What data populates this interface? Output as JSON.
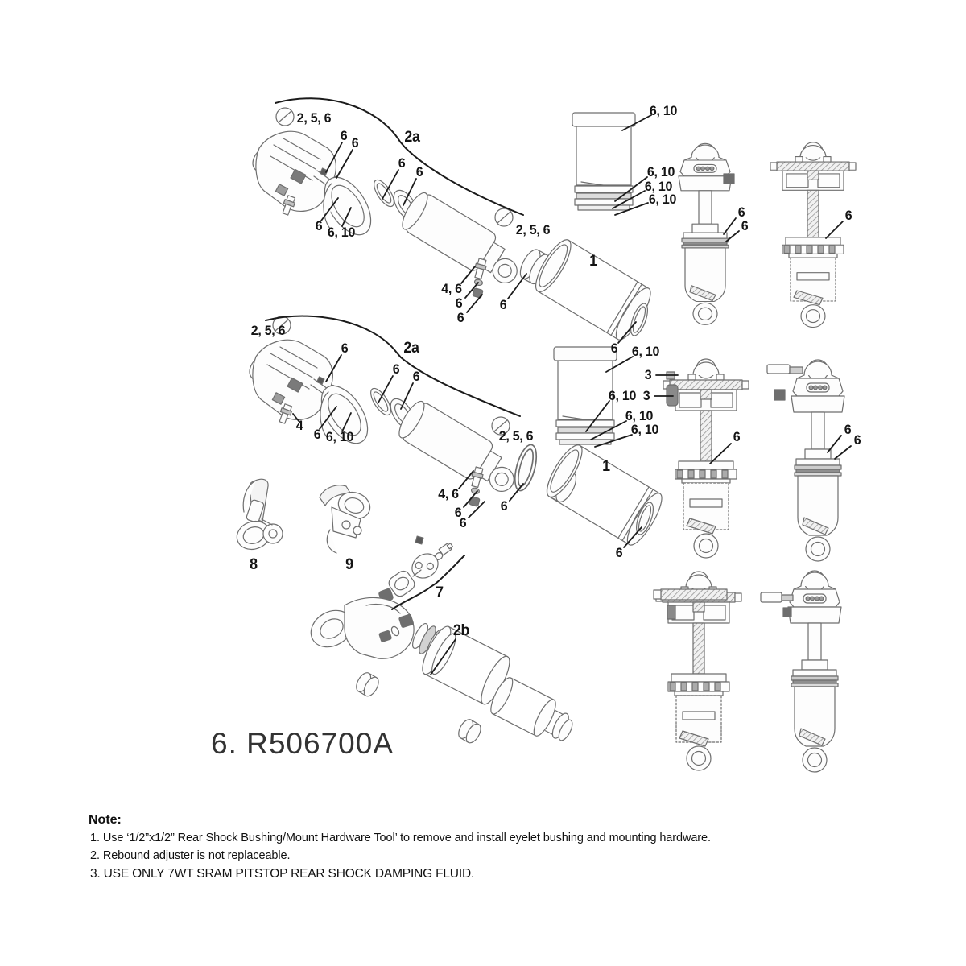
{
  "figure": {
    "part_number_label": "6. R506700A"
  },
  "notes": {
    "heading": "Note:",
    "items": [
      "1.  Use ‘1/2”x1/2” Rear Shock Bushing/Mount Hardware Tool’ to remove and install eyelet bushing and mounting hardware.",
      "2.  Rebound adjuster is not replaceable.",
      "3. USE ONLY 7WT SRAM PITSTOP REAR SHOCK DAMPING FLUID."
    ]
  },
  "callouts": [
    {
      "text": "2, 5, 6"
    },
    {
      "text": "6"
    },
    {
      "text": "6"
    },
    {
      "text": "2a"
    },
    {
      "text": "6"
    },
    {
      "text": "6"
    },
    {
      "text": "6"
    },
    {
      "text": "6, 10"
    },
    {
      "text": "2, 5, 6"
    },
    {
      "text": "4, 6"
    },
    {
      "text": "6"
    },
    {
      "text": "6"
    },
    {
      "text": "6"
    },
    {
      "text": "1"
    },
    {
      "text": "6"
    },
    {
      "text": "6, 10"
    },
    {
      "text": "6, 10"
    },
    {
      "text": "6, 10"
    },
    {
      "text": "6, 10"
    },
    {
      "text": "6"
    },
    {
      "text": "6"
    },
    {
      "text": "6"
    },
    {
      "text": "2, 5, 6"
    },
    {
      "text": "6"
    },
    {
      "text": "2a"
    },
    {
      "text": "6"
    },
    {
      "text": "6"
    },
    {
      "text": "4"
    },
    {
      "text": "6"
    },
    {
      "text": "6, 10"
    },
    {
      "text": "2, 5, 6"
    },
    {
      "text": "4, 6"
    },
    {
      "text": "6"
    },
    {
      "text": "6"
    },
    {
      "text": "6"
    },
    {
      "text": "6, 10"
    },
    {
      "text": "6, 10"
    },
    {
      "text": "6, 10"
    },
    {
      "text": "6, 10"
    },
    {
      "text": "3"
    },
    {
      "text": "3"
    },
    {
      "text": "6"
    },
    {
      "text": "1"
    },
    {
      "text": "6"
    },
    {
      "text": "6"
    },
    {
      "text": "6"
    },
    {
      "text": "8"
    },
    {
      "text": "9"
    },
    {
      "text": "7"
    },
    {
      "text": "2b"
    }
  ]
}
